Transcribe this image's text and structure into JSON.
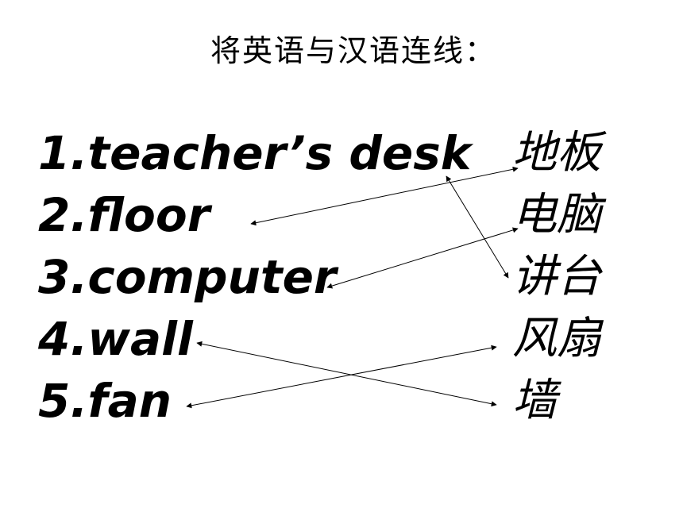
{
  "title": "将英语与汉语连线：",
  "english": [
    "1.teacher’s desk",
    "2.floor",
    "3.computer",
    "4.wall",
    "5.fan"
  ],
  "chinese": [
    "地板",
    "电脑",
    "讲台",
    "风扇",
    "墙"
  ],
  "matches": [
    {
      "english_index": 0,
      "chinese_index": 2
    },
    {
      "english_index": 1,
      "chinese_index": 0
    },
    {
      "english_index": 2,
      "chinese_index": 1
    },
    {
      "english_index": 3,
      "chinese_index": 4
    },
    {
      "english_index": 4,
      "chinese_index": 3
    }
  ]
}
